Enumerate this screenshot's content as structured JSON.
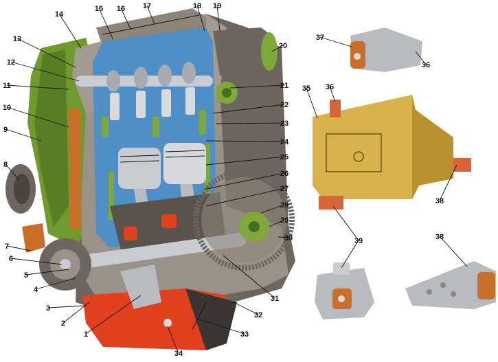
{
  "callouts": [
    "1",
    "2",
    "3",
    "4",
    "5",
    "6",
    "7",
    "8",
    "9",
    "10",
    "11",
    "12",
    "13",
    "14",
    "15",
    "16",
    "17",
    "18",
    "19",
    "20",
    "21",
    "22",
    "23",
    "24",
    "25",
    "26",
    "27",
    "28",
    "29",
    "30",
    "31",
    "32",
    "33",
    "34",
    "35",
    "36",
    "36",
    "37",
    "38",
    "38",
    "39"
  ],
  "colors": {
    "block": "#9a9188",
    "block_dark": "#5a534c",
    "cutaway": "#4f8fc8",
    "oil_pan": "#e0401e",
    "timing_cover": "#6f9a2e",
    "gearbox_mount": "#d8b24a",
    "mount_rubber": "#c8702a",
    "steel": "#c9ccd0",
    "green_part": "#7fa83a"
  }
}
